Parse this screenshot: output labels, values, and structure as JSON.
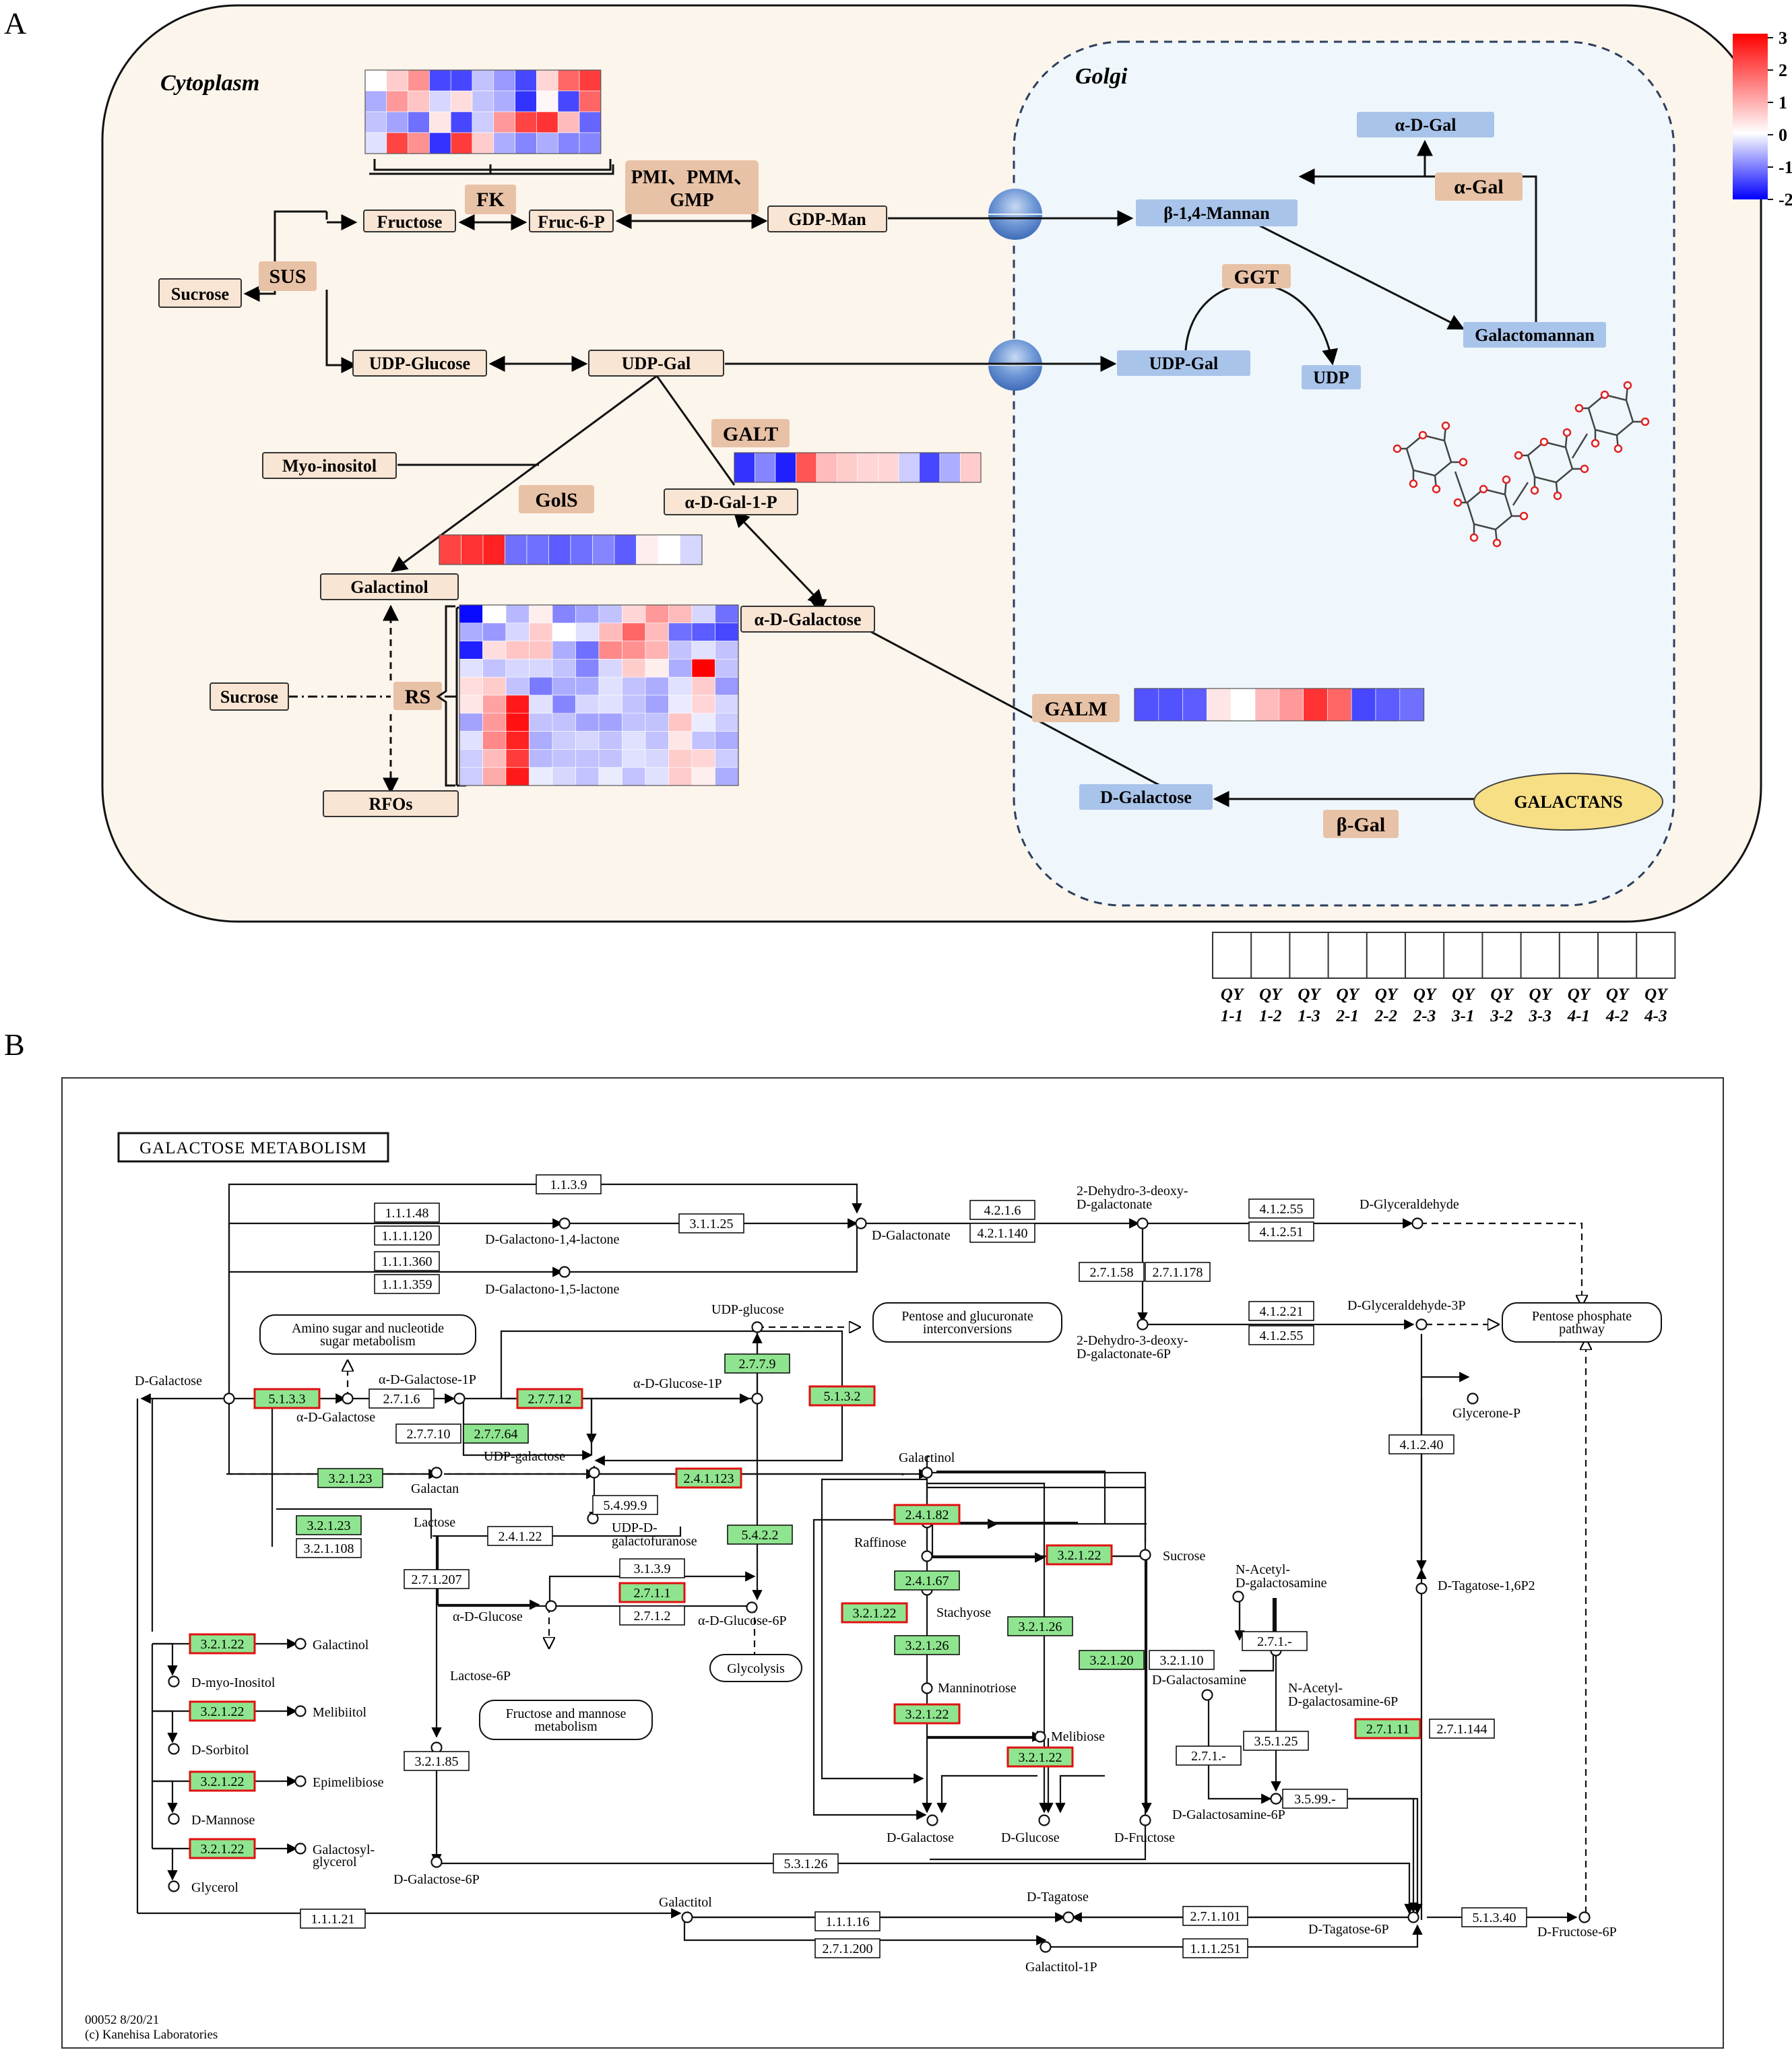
{
  "panel_a": {
    "label": "A",
    "cytoplasm_label": "Cytoplasm",
    "golgi_label": "Golgi",
    "nodes": {
      "sucrose1": "Sucrose",
      "fructose": "Fructose",
      "fruc6p": "Fruc-6-P",
      "gdpman": "GDP-Man",
      "udpglucose": "UDP-Glucose",
      "udpgal1": "UDP-Gal",
      "myoinositol": "Myo-inositol",
      "adgal1p": "α-D-Gal-1-P",
      "galactinol": "Galactinol",
      "adgalactose": "α-D-Galactose",
      "sucrose2": "Sucrose",
      "rfos": "RFOs",
      "agal_top": "α-D-Gal",
      "b14mannan": "β-1,4-Mannan",
      "galactomannan": "Galactomannan",
      "udpgal2": "UDP-Gal",
      "udp": "UDP",
      "dgalactose": "D-Galactose",
      "galactans": "GALACTANS"
    },
    "enzymes": {
      "fk": "FK",
      "pmi_line1": "PMI、PMM、",
      "pmi_line2": "GMP",
      "sus": "SUS",
      "galt": "GALT",
      "gols": "GolS",
      "rs": "RS",
      "agal": "α-Gal",
      "ggt": "GGT",
      "galm": "GALM",
      "bgal": "β-Gal"
    },
    "colorbar": {
      "ticks": [
        "3",
        "2",
        "1",
        "0",
        "-1",
        "-2"
      ],
      "colors": {
        "high": "#ff0000",
        "mid": "#ffffff",
        "low": "#0000ff"
      }
    },
    "legend_samples": [
      [
        "QY",
        "1-1"
      ],
      [
        "QY",
        "1-2"
      ],
      [
        "QY",
        "1-3"
      ],
      [
        "QY",
        "2-1"
      ],
      [
        "QY",
        "2-2"
      ],
      [
        "QY",
        "2-3"
      ],
      [
        "QY",
        "3-1"
      ],
      [
        "QY",
        "3-2"
      ],
      [
        "QY",
        "3-3"
      ],
      [
        "QY",
        "4-1"
      ],
      [
        "QY",
        "4-2"
      ],
      [
        "QY",
        "4-3"
      ]
    ],
    "heatmaps": {
      "fk": [
        [
          0.0,
          0.6,
          1.3,
          -1.8,
          -1.8,
          -0.6,
          -1.0,
          -1.8,
          0.5,
          1.8,
          2.3
        ],
        [
          -0.8,
          1.2,
          0.7,
          -0.4,
          0.4,
          -0.6,
          -0.8,
          -2.0,
          0.1,
          -1.8,
          1.8
        ],
        [
          -0.6,
          -0.9,
          -1.4,
          0.3,
          -1.8,
          -0.5,
          1.2,
          2.2,
          2.4,
          0.8,
          -1.5
        ],
        [
          -0.3,
          2.2,
          1.3,
          -2.0,
          2.3,
          0.6,
          -0.8,
          -1.2,
          -0.8,
          -1.2,
          -1.2
        ]
      ],
      "galt": [
        [
          -2.0,
          -1.2,
          -2.2,
          2.0,
          0.8,
          0.6,
          0.5,
          0.5,
          -0.5,
          -1.8,
          -0.8,
          0.6
        ]
      ],
      "gols": [
        [
          2.2,
          2.4,
          2.6,
          -1.4,
          -1.4,
          -1.6,
          -1.4,
          -1.2,
          -1.6,
          0.2,
          0.0,
          -0.4
        ]
      ],
      "galm": [
        [
          -1.7,
          -1.7,
          -1.6,
          0.3,
          0.0,
          0.8,
          1.2,
          2.4,
          1.8,
          -1.8,
          -1.6,
          -1.4
        ]
      ],
      "rs": [
        [
          -2.4,
          0.0,
          -0.7,
          0.2,
          -1.2,
          -0.9,
          -0.6,
          0.5,
          1.2,
          0.8,
          -0.4,
          -1.4
        ],
        [
          -0.8,
          -1.0,
          -0.4,
          0.6,
          0.0,
          -0.3,
          0.8,
          1.8,
          0.8,
          -1.4,
          -1.6,
          -1.8
        ],
        [
          -2.2,
          0.4,
          0.7,
          0.7,
          -0.8,
          -1.4,
          1.4,
          1.3,
          0.9,
          -0.6,
          -0.3,
          -0.6
        ],
        [
          -0.3,
          -0.6,
          -0.4,
          -0.4,
          -0.6,
          -1.2,
          -0.4,
          0.6,
          0.2,
          -0.8,
          3.0,
          -0.6
        ],
        [
          0.4,
          0.6,
          -0.6,
          -1.3,
          -0.8,
          -0.8,
          -0.3,
          -0.6,
          -0.8,
          -0.3,
          0.6,
          -1.0
        ],
        [
          0.3,
          1.1,
          2.7,
          -0.3,
          -1.2,
          -0.4,
          -0.3,
          -0.6,
          -0.9,
          -0.2,
          0.5,
          -0.4
        ],
        [
          -0.9,
          1.2,
          2.8,
          -0.6,
          -0.6,
          -0.9,
          -0.9,
          -0.6,
          -0.6,
          0.7,
          -0.2,
          -0.5
        ],
        [
          -0.3,
          1.4,
          2.6,
          -0.8,
          -0.5,
          -0.4,
          -0.6,
          -0.3,
          -0.6,
          0.3,
          -0.6,
          -0.8
        ],
        [
          -0.5,
          0.8,
          2.3,
          -0.7,
          -0.6,
          -0.6,
          -0.6,
          -0.3,
          -0.4,
          0.6,
          0.5,
          -0.5
        ],
        [
          -0.5,
          1.0,
          2.7,
          -0.2,
          -0.4,
          -0.6,
          -0.2,
          -0.6,
          -0.3,
          0.6,
          0.2,
          -0.8
        ]
      ]
    }
  },
  "panel_b": {
    "label": "B",
    "title": "GALACTOSE  METABOLISM",
    "footer_line1": "00052 8/20/21",
    "footer_line2": "(c) Kanehisa Laboratories",
    "boxes": {
      "e1139": "1.1.3.9",
      "e11148": "1.1.1.48",
      "e111120": "1.1.1.120",
      "e3_1_1_25": "3.1.1.25",
      "e11360": "1.1.1.360",
      "e11359": "1.1.1.359",
      "e4216": "4.2.1.6",
      "e421140": "4.2.1.140",
      "e27158": "2.7.1.58",
      "e271178": "2.7.1.178",
      "e41255a": "4.1.2.55",
      "e41251": "4.1.2.51",
      "e41221": "4.1.2.21",
      "e41255b": "4.1.2.55",
      "e41240": "4.1.2.40",
      "e2779": "2.7.7.9",
      "e5133": "5.1.3.3",
      "e2716": "2.7.1.6",
      "e27712": "2.7.7.12",
      "e5132": "5.1.3.2",
      "e27710": "2.7.7.10",
      "e27764": "2.7.7.64",
      "e32123a": "3.2.1.23",
      "e241123": "2.4.1.123",
      "e54999": "5.4.99.9",
      "e5422": "5.4.2.2",
      "e32123b": "3.2.1.23",
      "e321108": "3.2.1.108",
      "e24122": "2.4.1.22",
      "e271207": "2.7.1.207",
      "e3139": "3.1.3.9",
      "e2711": "2.7.1.1",
      "e2712": "2.7.1.2",
      "e24182": "2.4.1.82",
      "e32122a": "3.2.1.22",
      "e24167": "2.4.1.67",
      "e32122b": "3.2.1.22",
      "e32126a": "3.2.1.26",
      "e32126b": "3.2.1.26",
      "e32120": "3.2.1.20",
      "e32110": "3.2.1.10",
      "e32122c": "3.2.1.22",
      "e32122d": "3.2.1.22",
      "e271dash": "2.7.1.-",
      "e35125": "3.5.1.25",
      "e271dash2": "2.7.1.-",
      "e3599": "3.5.99.-",
      "e27111": "2.7.1.11",
      "e271144": "2.7.1.144",
      "e3212a": "3.2.1.22",
      "e3212b": "3.2.1.22",
      "e3212c": "3.2.1.22",
      "e3212d": "3.2.1.22",
      "e32185": "3.2.1.85",
      "e53126": "5.3.1.26",
      "e11121": "1.1.1.21",
      "e11116": "1.1.1.16",
      "e271200": "2.7.1.200",
      "e271101": "2.7.1.101",
      "e111251": "1.1.1.251",
      "e51340": "5.1.3.40"
    },
    "labels": {
      "d_galactono_14": "D-Galactono-1,4-lactone",
      "d_galactono_15": "D-Galactono-1,5-lactone",
      "d_galactonate": "D-Galactonate",
      "dehydro_1": "2-Dehydro-3-deoxy-",
      "dehydro_2": "D-galactonate",
      "dehydro6p_1": "2-Dehydro-3-deoxy-",
      "dehydro6p_2": "D-galactonate-6P",
      "d_glyceraldehyde": "D-Glyceraldehyde",
      "d_glyceraldehyde3p": "D-Glyceraldehyde-3P",
      "glycerone_p": "Glycerone-P",
      "udp_glucose": "UDP-glucose",
      "a_d_glucose_1p": "α-D-Glucose-1P",
      "d_galactose_left": "D-Galactose",
      "a_d_galactose": "α-D-Galactose",
      "a_d_galactose_1p": "α-D-Galactose-1P",
      "udp_galactose": "UDP-galactose",
      "galactan": "Galactan",
      "galactinol_top": "Galactinol",
      "lactose": "Lactose",
      "udp_d_galf_1": "UDP-D-",
      "udp_d_galf_2": "galactofuranose",
      "raffinose": "Raffinose",
      "sucrose": "Sucrose",
      "stachyose": "Stachyose",
      "manninotriose": "Manninotriose",
      "melibiose": "Melibiose",
      "a_d_glucose": "α-D-Glucose",
      "a_d_glucose_6p": "α-D-Glucose-6P",
      "lactose_6p": "Lactose-6P",
      "d_galactose_6p": "D-Galactose-6P",
      "d_galactose_bot": "D-Galactose",
      "d_glucose_bot": "D-Glucose",
      "d_fructose_bot": "D-Fructose",
      "nacetyl_1": "N-Acetyl-",
      "nacetyl_2": "D-galactosamine",
      "d_galactosamine": "D-Galactosamine",
      "nacetyl6p_1": "N-Acetyl-",
      "nacetyl6p_2": "D-galactosamine-6P",
      "d_galactosamine_6p": "D-Galactosamine-6P",
      "d_tagatose_16p2": "D-Tagatose-1,6P2",
      "d_tagatose": "D-Tagatose",
      "d_tagatose_6p": "D-Tagatose-6P",
      "d_fructose_6p": "D-Fructose-6P",
      "galactitol": "Galactitol",
      "galactitol_1p": "Galactitol-1P",
      "galactinol_left": "Galactinol",
      "d_myo_inositol": "D-myo-Inositol",
      "melibiitol": "Melibiitol",
      "d_sorbitol": "D-Sorbitol",
      "epimelibiose": "Epimelibiose",
      "d_mannose": "D-Mannose",
      "galactosylglycerol_1": "Galactosyl-",
      "galactosylglycerol_2": "glycerol",
      "glycerol": "Glycerol"
    },
    "maps": {
      "amino_1": "Amino sugar and nucleotide",
      "amino_2": "sugar metabolism",
      "pentose_gluc_1": "Pentose and glucuronate",
      "pentose_gluc_2": "interconversions",
      "pentose_phos_1": "Pentose phosphate",
      "pentose_phos_2": "pathway",
      "glycolysis": "Glycolysis",
      "fructose_1": "Fructose and mannose",
      "fructose_2": "metabolism"
    }
  }
}
